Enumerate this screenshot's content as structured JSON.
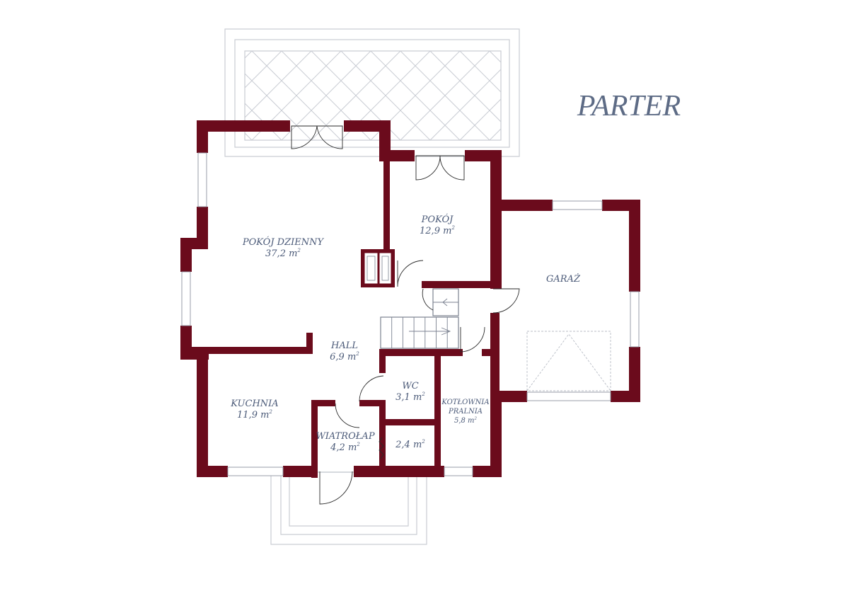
{
  "title": "PARTER",
  "colors": {
    "wall": "#6b0b1c",
    "label": "#4b5a78",
    "title": "#5d6b85",
    "outline": "#c9ccd3"
  },
  "rooms": [
    {
      "id": "pokoj-dzienny",
      "name": "POKÓJ DZIENNY",
      "area": "37,2 m"
    },
    {
      "id": "pokoj",
      "name": "POKÓJ",
      "area": "12,9 m"
    },
    {
      "id": "garaz",
      "name": "GARAŻ",
      "area": ""
    },
    {
      "id": "hall",
      "name": "HALL",
      "area": "6,9 m"
    },
    {
      "id": "kuchnia",
      "name": "KUCHNIA",
      "area": "11,9 m"
    },
    {
      "id": "wc",
      "name": "WC",
      "area": "3,1 m"
    },
    {
      "id": "kotlownia",
      "name": "KOTŁOWNIA",
      "name2": "PRALNIA",
      "area": "5,8 m"
    },
    {
      "id": "wiatrolap",
      "name": "WIATROŁAP",
      "area": "4,2 m"
    },
    {
      "id": "schowek",
      "name": "",
      "area": "2,4 m"
    }
  ],
  "area_unit_superscript": "2"
}
